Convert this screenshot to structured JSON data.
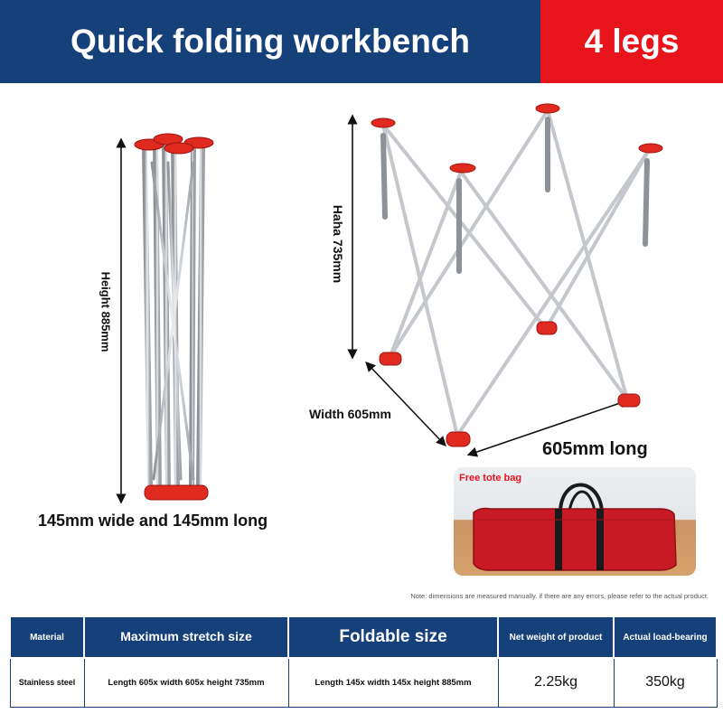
{
  "header": {
    "title": "Quick folding workbench",
    "badge": "4 legs"
  },
  "labels": {
    "folded_height": "Height 885mm",
    "folded_footprint": "145mm wide and 145mm long",
    "open_height": "Haha 735mm",
    "open_width": "Width 605mm",
    "open_length": "605mm long"
  },
  "bag": {
    "tag": "Free tote bag"
  },
  "note": "Note: dimensions are measured manually. if there are any errors, please refer to the actual product.",
  "table": {
    "headers": {
      "material": "Material",
      "max_size": "Maximum stretch size",
      "fold_size": "Foldable size",
      "net_weight": "Net weight of product",
      "load": "Actual load-bearing"
    },
    "row": {
      "material": "Stainless steel",
      "max_size": "Length 605x width 605x height 735mm",
      "fold_size": "Length 145x width 145x height 885mm",
      "net_weight": "2.25kg",
      "load": "350kg"
    }
  },
  "colors": {
    "brand_blue": "#16407a",
    "accent_red": "#e8141c",
    "steel": "#c4c8cc"
  }
}
